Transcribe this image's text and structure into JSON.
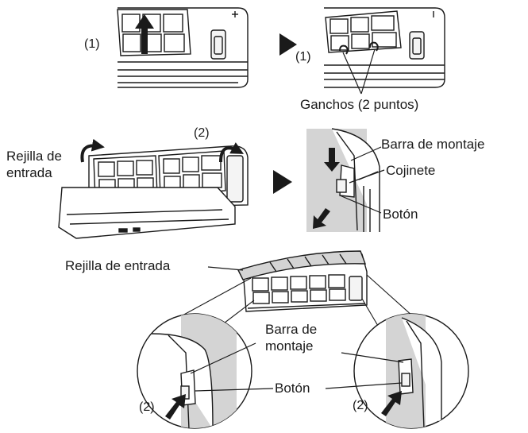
{
  "diagram": {
    "step_1": "(1)",
    "step_2": "(2)",
    "hooks_label": "Ganchos (2 puntos)",
    "inlet_grille_label": "Rejilla de entrada",
    "mounting_bar_label": "Barra de montaje",
    "bearing_label": "Cojinete",
    "button_label": "Botón"
  },
  "colors": {
    "line": "#1a1a1a",
    "shade": "#d4d4d4",
    "panel": "#f4f4f4"
  },
  "icons": [
    "arrow-up-icon",
    "play-arrow-icon",
    "curved-arrow-icon",
    "arrow-down-icon"
  ]
}
